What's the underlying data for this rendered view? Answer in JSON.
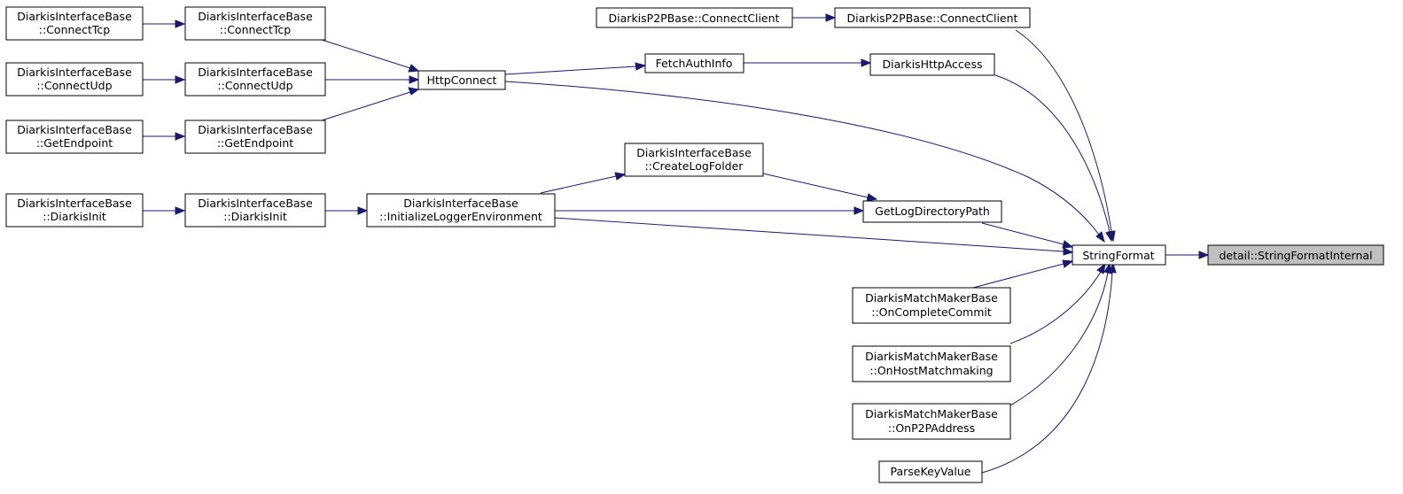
{
  "colors": {
    "edge": "#191970",
    "focus_fill": "#bfbfbf",
    "node_fill": "#ffffff"
  },
  "nodes": {
    "ct_a": [
      "DiarkisInterfaceBase",
      "::ConnectTcp"
    ],
    "ct_b": [
      "DiarkisInterfaceBase",
      "::ConnectTcp"
    ],
    "cu_a": [
      "DiarkisInterfaceBase",
      "::ConnectUdp"
    ],
    "cu_b": [
      "DiarkisInterfaceBase",
      "::ConnectUdp"
    ],
    "ge_a": [
      "DiarkisInterfaceBase",
      "::GetEndpoint"
    ],
    "ge_b": [
      "DiarkisInterfaceBase",
      "::GetEndpoint"
    ],
    "di_a": [
      "DiarkisInterfaceBase",
      "::DiarkisInit"
    ],
    "di_b": [
      "DiarkisInterfaceBase",
      "::DiarkisInit"
    ],
    "http": [
      "HttpConnect"
    ],
    "ile": [
      "DiarkisInterfaceBase",
      "::InitializeLoggerEnvironment"
    ],
    "clf": [
      "DiarkisInterfaceBase",
      "::CreateLogFolder"
    ],
    "fai": [
      "FetchAuthInfo"
    ],
    "p2p_a": [
      "DiarkisP2PBase::ConnectClient"
    ],
    "p2p_b": [
      "DiarkisP2PBase::ConnectClient"
    ],
    "dha": [
      "DiarkisHttpAccess"
    ],
    "gld": [
      "GetLogDirectoryPath"
    ],
    "sf": [
      "StringFormat"
    ],
    "occ": [
      "DiarkisMatchMakerBase",
      "::OnCompleteCommit"
    ],
    "ohm": [
      "DiarkisMatchMakerBase",
      "::OnHostMatchmaking"
    ],
    "opa": [
      "DiarkisMatchMakerBase",
      "::OnP2PAddress"
    ],
    "pkv": [
      "ParseKeyValue"
    ],
    "sfi": [
      "detail::StringFormatInternal"
    ]
  }
}
